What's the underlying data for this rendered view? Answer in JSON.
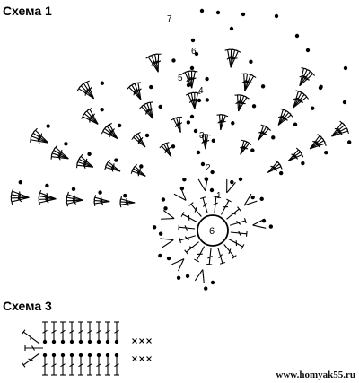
{
  "diagram": {
    "schema1_title": "Схема 1",
    "schema3_title": "Схема 3",
    "center_label": "6",
    "row_numbers": [
      "1",
      "2",
      "3",
      "4",
      "5",
      "6",
      "7"
    ],
    "watermark": "www.homyak55.ru"
  },
  "colors": {
    "ink": "#000000",
    "background": "#ffffff"
  }
}
